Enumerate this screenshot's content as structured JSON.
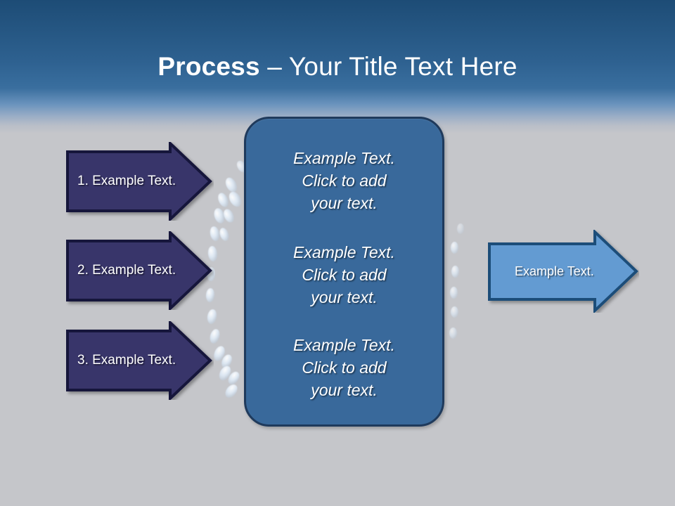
{
  "slide": {
    "title_strong": "Process",
    "title_rest": " – Your Title Text Here",
    "background_color": "#c5c6ca",
    "header_top_color": "#1d4c76",
    "header_mid_color": "#3a6e9e"
  },
  "left_arrows": [
    {
      "label": "1. Example Text.",
      "fill": "#37366b",
      "border": "#15143a"
    },
    {
      "label": "2. Example Text.",
      "fill": "#37366b",
      "border": "#15143a"
    },
    {
      "label": "3. Example Text.",
      "fill": "#37366b",
      "border": "#15143a"
    }
  ],
  "center_box": {
    "fill": "#39699b",
    "border": "#1f3a5c",
    "blocks": [
      "Example Text.\nClick  to add\nyour text.",
      "Example Text.\nClick  to add\nyour text.",
      "Example Text.\nClick  to add\nyour text."
    ]
  },
  "right_arrow": {
    "label": "Example Text.",
    "fill": "#649bd2",
    "border": "#1f4e79"
  }
}
